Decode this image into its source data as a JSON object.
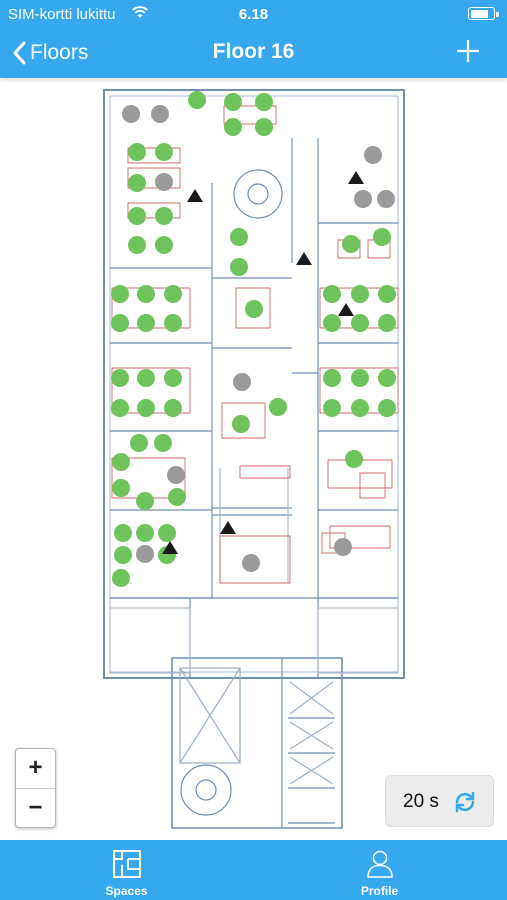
{
  "statusbar": {
    "carrier": "SIM-kortti lukittu",
    "time": "6.18",
    "battery_level": 0.85
  },
  "nav": {
    "back_label": "Floors",
    "title": "Floor 16",
    "add_icon": "plus-icon"
  },
  "map": {
    "desk_colors": {
      "available": "#6fc35c",
      "occupied": "#9a9a9a",
      "marker": "#1a1a1a"
    }
  },
  "zoom": {
    "in_label": "+",
    "out_label": "−"
  },
  "refresh": {
    "interval_label": "20 s",
    "icon": "refresh-icon"
  },
  "tabs": [
    {
      "label": "Spaces",
      "icon": "floorplan-icon"
    },
    {
      "label": "Profile",
      "icon": "person-icon"
    }
  ],
  "colors": {
    "accent": "#35a8ef"
  }
}
